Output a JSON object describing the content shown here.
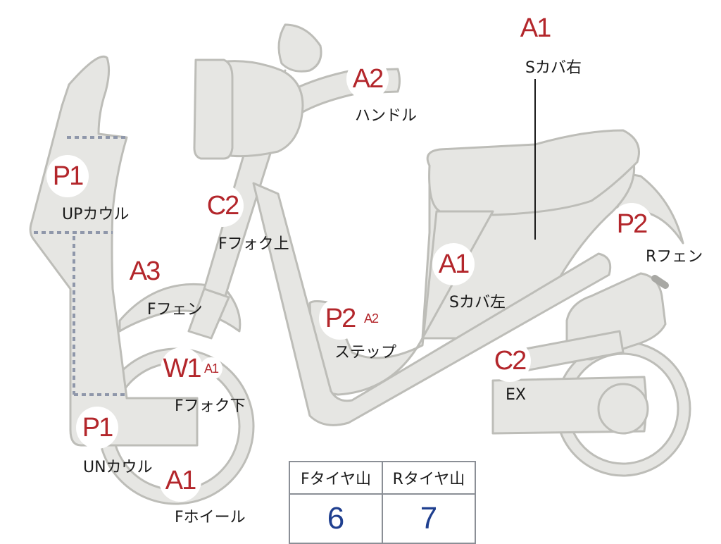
{
  "parts": [
    {
      "id": "a1-sr",
      "code": "A1",
      "label": "Sカバ右"
    },
    {
      "id": "a2-handle",
      "code": "A2",
      "label": "ハンドル"
    },
    {
      "id": "p1-up",
      "code": "P1",
      "label": "UPカウル"
    },
    {
      "id": "c2-forkup",
      "code": "C2",
      "label": "Fフォク上"
    },
    {
      "id": "p2-rfen",
      "code": "P2",
      "label": "Rフェン"
    },
    {
      "id": "a3-ffen",
      "code": "A3",
      "label": "Fフェン"
    },
    {
      "id": "a1-sl",
      "code": "A1",
      "label": "Sカバ左"
    },
    {
      "id": "p2-step",
      "code": "P2",
      "code2": "A2",
      "label": "ステップ"
    },
    {
      "id": "w1-forkdn",
      "code": "W1",
      "code2": "A1",
      "label": "Fフォク下"
    },
    {
      "id": "c2-ex",
      "code": "C2",
      "label": "EX"
    },
    {
      "id": "p1-un",
      "code": "P1",
      "label": "UNカウル"
    },
    {
      "id": "a1-wheel",
      "code": "A1",
      "label": "Fホイール"
    }
  ],
  "tire_table": {
    "headers": [
      "Fタイヤ山",
      "Rタイヤ山"
    ],
    "values": [
      "6",
      "7"
    ]
  },
  "colors": {
    "body_fill": "#e6e6e3",
    "body_stroke": "#bdbdb8",
    "badge_text": "#b3262b",
    "table_value": "#1f3f8f"
  }
}
